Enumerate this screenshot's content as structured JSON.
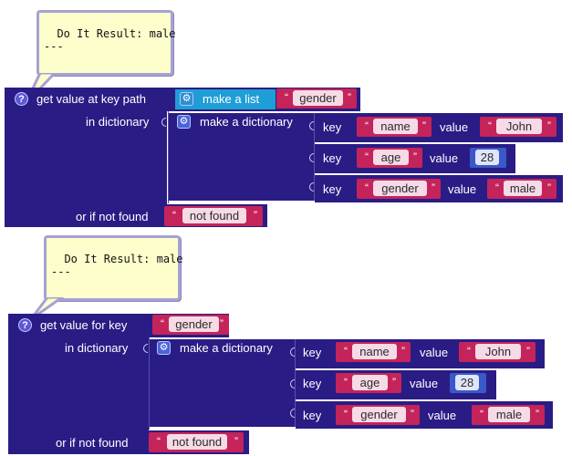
{
  "block1": {
    "result_text": "Do It Result: male\n---",
    "header_label": "get value at key path",
    "dictionary_label": "in dictionary",
    "not_found_label": "or if not found",
    "make_list_label": "make a list",
    "make_dict_label": "make a dictionary",
    "path_item": "gender",
    "not_found_value": "not found",
    "pairs": [
      {
        "key_label": "key",
        "key": "name",
        "value_label": "value",
        "value": "John",
        "value_type": "text"
      },
      {
        "key_label": "key",
        "key": "age",
        "value_label": "value",
        "value": "28",
        "value_type": "number"
      },
      {
        "key_label": "key",
        "key": "gender",
        "value_label": "value",
        "value": "male",
        "value_type": "text"
      }
    ]
  },
  "block2": {
    "result_text": "Do It Result: male\n---",
    "header_label": "get value for key",
    "dictionary_label": "in dictionary",
    "not_found_label": "or if not found",
    "make_dict_label": "make a dictionary",
    "key_value": "gender",
    "not_found_value": "not found",
    "pairs": [
      {
        "key_label": "key",
        "key": "name",
        "value_label": "value",
        "value": "John",
        "value_type": "text"
      },
      {
        "key_label": "key",
        "key": "age",
        "value_label": "value",
        "value": "28",
        "value_type": "number"
      },
      {
        "key_label": "key",
        "key": "gender",
        "value_label": "value",
        "value": "male",
        "value_type": "text"
      }
    ]
  },
  "colors": {
    "dictionary_block": "#2a1c85",
    "text_block": "#c4245a",
    "list_block": "#1f9ed6",
    "number_block": "#3b58c8",
    "result_bubble": "#fefecc"
  }
}
